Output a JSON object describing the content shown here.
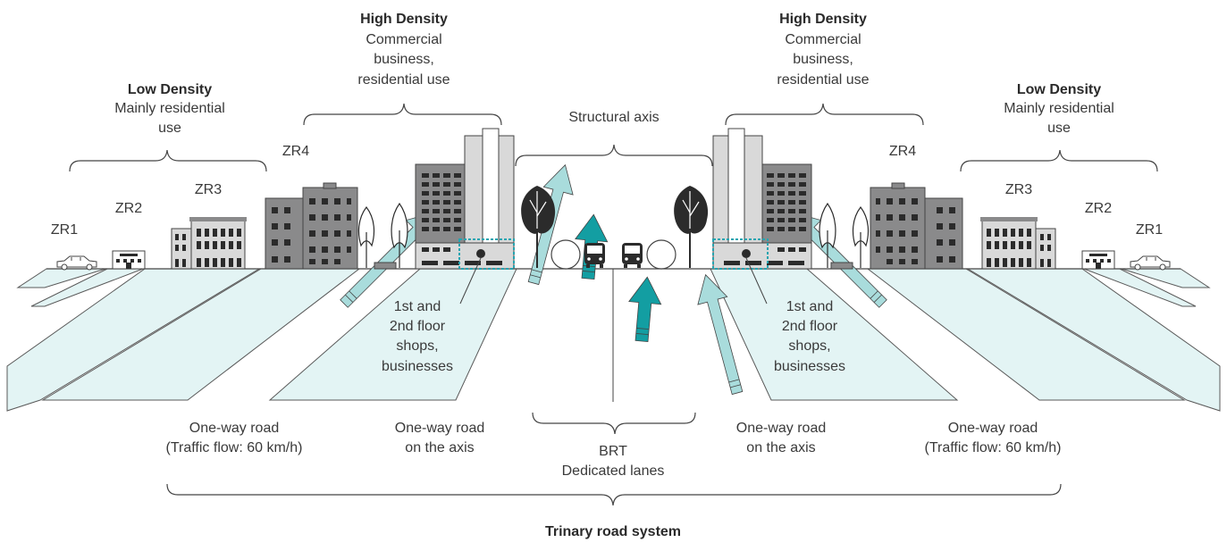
{
  "colors": {
    "lane_fill": "#e3f4f4",
    "lane_stroke": "#5a5a5a",
    "building_dark": "#8a8a8b",
    "building_light": "#d9d9d9",
    "window": "#2b2b2b",
    "arrow_light": "#a9dcdc",
    "arrow_teal": "#139ea2",
    "shop_box": "#27a4b0",
    "line": "#444444"
  },
  "labels": {
    "left_low_title": "Low Density",
    "left_low_desc1": "Mainly residential",
    "left_low_desc2": "use",
    "left_high_title": "High Density",
    "left_high_desc1": "Commercial",
    "left_high_desc2": "business,",
    "left_high_desc3": "residential use",
    "right_high_title": "High Density",
    "right_high_desc1": "Commercial",
    "right_high_desc2": "business,",
    "right_high_desc3": "residential use",
    "right_low_title": "Low Density",
    "right_low_desc1": "Mainly residential",
    "right_low_desc2": "use",
    "structural_axis": "Structural axis",
    "zr1_left": "ZR1",
    "zr2_left": "ZR2",
    "zr3_left": "ZR3",
    "zr4_left": "ZR4",
    "zr4_right": "ZR4",
    "zr3_right": "ZR3",
    "zr2_right": "ZR2",
    "zr1_right": "ZR1",
    "shops_left": [
      "1st and",
      "2nd floor",
      "shops,",
      "businesses"
    ],
    "shops_right": [
      "1st and",
      "2nd floor",
      "shops,",
      "businesses"
    ],
    "oneway_left_1": "One-way road",
    "oneway_left_2": "(Traffic flow: 60 km/h)",
    "oneway_axis_left_1": "One-way road",
    "oneway_axis_left_2": "on the axis",
    "brt_1": "BRT",
    "brt_2": "Dedicated lanes",
    "oneway_axis_right_1": "One-way road",
    "oneway_axis_right_2": "on the axis",
    "oneway_right_1": "One-way road",
    "oneway_right_2": "(Traffic flow: 60 km/h)",
    "trinary": "Trinary road system"
  },
  "icons": [
    "car-icon",
    "house-icon",
    "apartment-icon",
    "office-icon",
    "tower-icon",
    "tree-icon",
    "bus-icon",
    "station-icon",
    "direction-arrow-icon"
  ]
}
